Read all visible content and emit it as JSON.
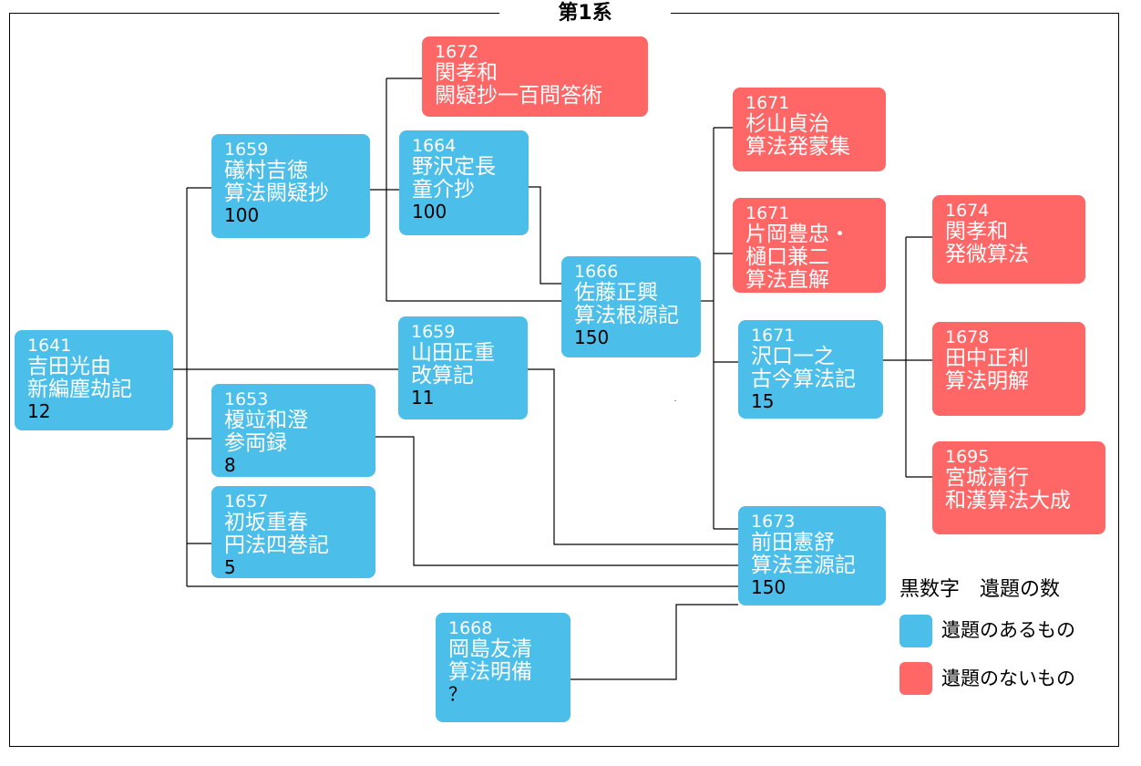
{
  "title": "第1系",
  "nodes": [
    {
      "id": "n1641",
      "year": "1641",
      "lines": [
        "吉田光由",
        "新編塵劫記"
      ],
      "count": "12",
      "color": "blue"
    },
    {
      "id": "n1659a",
      "year": "1659",
      "lines": [
        "礒村吉徳",
        "算法闕疑抄"
      ],
      "count": "100",
      "color": "blue"
    },
    {
      "id": "n1653",
      "year": "1653",
      "lines": [
        "榎竝和澄",
        "参両録"
      ],
      "count": "8",
      "color": "blue"
    },
    {
      "id": "n1657",
      "year": "1657",
      "lines": [
        "初坂重春",
        "円法四巻記"
      ],
      "count": "5",
      "color": "blue"
    },
    {
      "id": "n1672",
      "year": "1672",
      "lines": [
        "関孝和",
        "闕疑抄一百問答術"
      ],
      "count": "",
      "color": "red"
    },
    {
      "id": "n1664",
      "year": "1664",
      "lines": [
        "野沢定長",
        "童介抄"
      ],
      "count": "100",
      "color": "blue"
    },
    {
      "id": "n1659b",
      "year": "1659",
      "lines": [
        "山田正重",
        "改算記"
      ],
      "count": "11",
      "color": "blue"
    },
    {
      "id": "n1666",
      "year": "1666",
      "lines": [
        "佐藤正興",
        "算法根源記"
      ],
      "count": "150",
      "color": "blue"
    },
    {
      "id": "n1668",
      "year": "1668",
      "lines": [
        "岡島友清",
        "算法明備"
      ],
      "count": "？",
      "color": "blue"
    },
    {
      "id": "n1671a",
      "year": "1671",
      "lines": [
        "杉山貞治",
        "算法発蒙集"
      ],
      "count": "",
      "color": "red"
    },
    {
      "id": "n1671b",
      "year": "1671",
      "lines": [
        "片岡豊忠・",
        "樋口兼二",
        "算法直解"
      ],
      "count": "",
      "color": "red"
    },
    {
      "id": "n1671c",
      "year": "1671",
      "lines": [
        "沢口一之",
        "古今算法記"
      ],
      "count": "15",
      "color": "blue"
    },
    {
      "id": "n1673",
      "year": "1673",
      "lines": [
        "前田憲舒",
        "算法至源記"
      ],
      "count": "150",
      "color": "blue"
    },
    {
      "id": "n1674",
      "year": "1674",
      "lines": [
        "関孝和",
        "発微算法"
      ],
      "count": "",
      "color": "red"
    },
    {
      "id": "n1678",
      "year": "1678",
      "lines": [
        "田中正利",
        "算法明解"
      ],
      "count": "",
      "color": "red"
    },
    {
      "id": "n1695",
      "year": "1695",
      "lines": [
        "宮城清行",
        "和漢算法大成"
      ],
      "count": "",
      "color": "red"
    }
  ],
  "legend": {
    "heading": "黒数字　遺題の数",
    "items": [
      {
        "label": "遺題のあるもの",
        "color": "#4bbfe9"
      },
      {
        "label": "遺題のないもの",
        "color": "#ff6666"
      }
    ]
  },
  "colors": {
    "blue": "#4bbfe9",
    "red": "#ff6666",
    "line": "#000000"
  }
}
